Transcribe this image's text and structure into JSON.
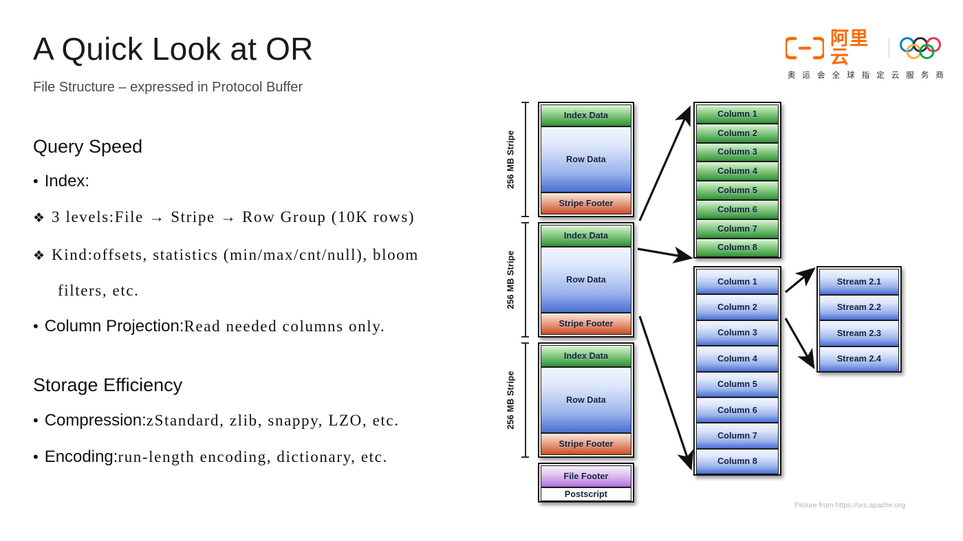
{
  "header": {
    "title": "A Quick Look at OR",
    "subtitle": "File Structure – expressed in Protocol Buffer"
  },
  "logo": {
    "brand_text": "阿里云",
    "tagline": "奥 运 会 全 球 指 定 云 服 务 商",
    "brand_color": "#ff6a00"
  },
  "content": {
    "section_query": {
      "heading": "Query Speed",
      "bullets": [
        {
          "marker": "•",
          "label": "Index:",
          "detail": ""
        },
        {
          "marker": "•",
          "label": "Column Projection:",
          "detail": "Read needed columns only."
        }
      ],
      "subbullets": [
        {
          "marker": "❖",
          "text": "3 levels:File → Stripe → Row Group (10K rows)"
        },
        {
          "marker": "❖",
          "text": "Kind:offsets, statistics (min/max/cnt/null), bloom"
        }
      ],
      "continuation": "filters, etc."
    },
    "section_storage": {
      "heading": "Storage Efficiency",
      "bullets": [
        {
          "marker": "•",
          "label": "Compression:",
          "detail": "zStandard, zlib, snappy, LZO, etc."
        },
        {
          "marker": "•",
          "label": "Encoding:",
          "detail": "run-length encoding, dictionary, etc."
        }
      ]
    }
  },
  "diagram": {
    "stripe_label": "256 MB Stripe",
    "stripes": [
      {
        "index_data": "Index Data",
        "row_data": "Row Data",
        "stripe_footer": "Stripe Footer"
      },
      {
        "index_data": "Index Data",
        "row_data": "Row Data",
        "stripe_footer": "Stripe Footer"
      },
      {
        "index_data": "Index Data",
        "row_data": "Row Data",
        "stripe_footer": "Stripe Footer"
      }
    ],
    "file_footer": "File Footer",
    "postscript": "Postscript",
    "index_columns": [
      "Column 1",
      "Column 2",
      "Column 3",
      "Column 4",
      "Column 5",
      "Column 6",
      "Column 7",
      "Column 8"
    ],
    "row_columns": [
      "Column 1",
      "Column 2",
      "Column 3",
      "Column 4",
      "Column 5",
      "Column 6",
      "Column 7",
      "Column 8"
    ],
    "streams": [
      "Stream 2.1",
      "Stream 2.2",
      "Stream 2.3",
      "Stream 2.4"
    ],
    "colors": {
      "index_data": "#43a047",
      "row_data": "#4a6fd4",
      "stripe_footer": "#d25a38",
      "file_footer": "#bb7fe0",
      "postscript": "#ffffff"
    }
  },
  "credit": "Picture from https://orc.apache.org"
}
